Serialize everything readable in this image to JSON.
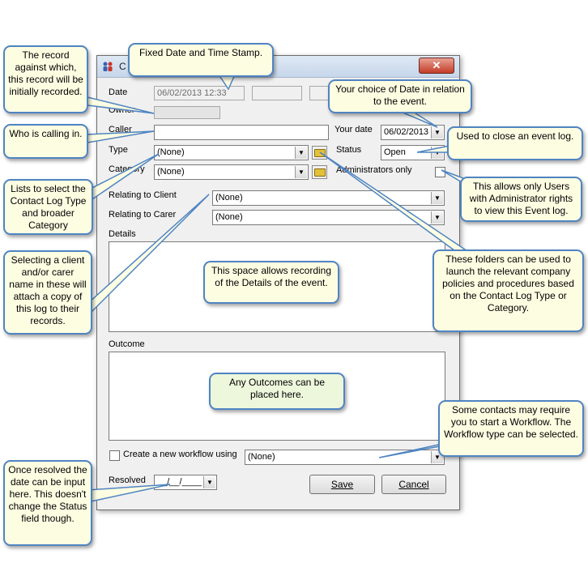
{
  "window": {
    "title": "C",
    "close_label": "✕"
  },
  "form": {
    "date_label": "Date",
    "date_value": "06/02/2013 12:33",
    "owner_label": "Owner",
    "caller_label": "Caller",
    "your_date_label": "Your date",
    "your_date_value": "06/02/2013",
    "type_label": "Type",
    "type_value": "(None)",
    "status_label": "Status",
    "status_value": "Open",
    "category_label": "Category",
    "category_value": "(None)",
    "admin_only_label": "Administrators only",
    "relating_client_label": "Relating to Client",
    "relating_client_value": "(None)",
    "relating_carer_label": "Relating to Carer",
    "relating_carer_value": "(None)",
    "details_label": "Details",
    "outcome_label": "Outcome",
    "workflow_label": "Create a new workflow using",
    "workflow_value": "(None)",
    "resolved_label": "Resolved",
    "resolved_value": "__/__/____",
    "save_label": "Save",
    "cancel_label": "Cancel"
  },
  "callouts": {
    "record_against": "The record against which, this record will be initially recorded.",
    "fixed_date": "Fixed Date and Time Stamp.",
    "your_choice_date": "Your choice of Date in relation to the event.",
    "who_calling": "Who is calling in.",
    "close_log": "Used to close an event log.",
    "lists_select": "Lists to select the Contact Log Type and broader Category",
    "admin_only": "This allows only Users with Administrator rights to view this Event log.",
    "selecting_client": "Selecting a client and/or carer name in these will attach a copy of this log to their records.",
    "details_space": "This space allows recording of the Details of the event.",
    "folders": "These folders can be used to launch the relevant company policies and procedures based on the Contact Log Type or Category.",
    "outcomes": "Any Outcomes can be placed here.",
    "workflow": "Some contacts may require you to start a Workflow. The Workflow type can be selected.",
    "resolved": "Once resolved the date can be input here. This doesn't change the Status field though."
  },
  "colors": {
    "callout_fill": "#fdfde2",
    "callout_fill_green": "#edf7dc",
    "callout_border": "#4f84c2",
    "close_button": "#c43c28",
    "folder_icon": "#e2c13a"
  }
}
